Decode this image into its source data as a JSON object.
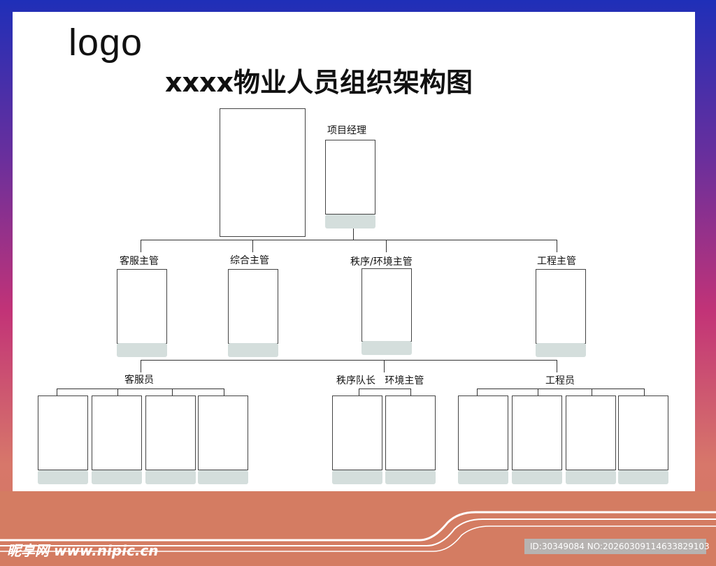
{
  "logo": "logo",
  "title": "xxxx物业人员组织架构图",
  "top_position": "项目经理",
  "supervisors": [
    {
      "label": "客服主管"
    },
    {
      "label": "综合主管"
    },
    {
      "label": "秩序/环境主管"
    },
    {
      "label": "工程主管"
    }
  ],
  "staff_groups": [
    {
      "label": "客服员"
    },
    {
      "label": "秩序队长   环境主管"
    },
    {
      "label": "工程员"
    }
  ],
  "watermark": {
    "site": "昵享网 www.nipic.cn",
    "id_text": "ID:30349084 NO:20260309114633829103"
  },
  "colors": {
    "frame_top": "#1f2fb8",
    "frame_bottom": "#d4785f",
    "nameplate": "#d4dedc",
    "line": "#333333"
  }
}
